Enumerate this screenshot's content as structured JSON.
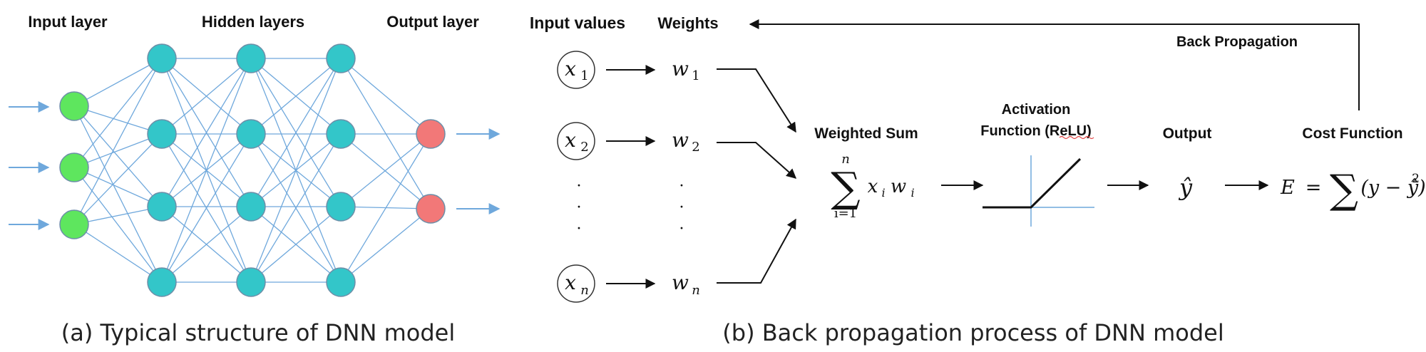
{
  "colors": {
    "edge": "#6fa8dc",
    "input_node": "#5ee65e",
    "hidden_node": "#33c6c9",
    "output_node": "#f27878",
    "node_stroke": "#6d8fa8",
    "arrow": "#111111",
    "relu_axis": "#6fa8dc"
  },
  "panel_a": {
    "input_layer_label": "Input layer",
    "hidden_layers_label": "Hidden layers",
    "output_layer_label": "Output layer",
    "caption": "(a) Typical structure of DNN model",
    "layer_sizes": [
      3,
      4,
      4,
      4,
      2
    ]
  },
  "panel_b": {
    "input_values_label": "Input values",
    "weights_label": "Weights",
    "back_propagation_label": "Back Propagation",
    "weighted_sum_label": "Weighted Sum",
    "activation_label_line1": "Activation",
    "activation_label_line2": "Function (ReLU)",
    "output_label": "Output",
    "cost_function_label": "Cost Function",
    "caption": "(b) Back propagation process of DNN model",
    "inputs": [
      {
        "var": "x",
        "sub": "1",
        "weight": "w",
        "wsub": "1"
      },
      {
        "var": "x",
        "sub": "2",
        "weight": "w",
        "wsub": "2"
      },
      {
        "var": "x",
        "sub": "n",
        "weight": "w",
        "wsub": "n"
      }
    ],
    "ellipsis": "·",
    "sum": {
      "upper": "n",
      "lower": "i=1",
      "symbol": "∑",
      "term_x": "x",
      "term_x_sub": "i",
      "term_w": "w",
      "term_w_sub": "i"
    },
    "output_symbol": "ŷ",
    "cost": {
      "lhs": "E",
      "eq": "=",
      "symbol": "∑",
      "body": "(y − ŷ)",
      "power": "2"
    }
  }
}
